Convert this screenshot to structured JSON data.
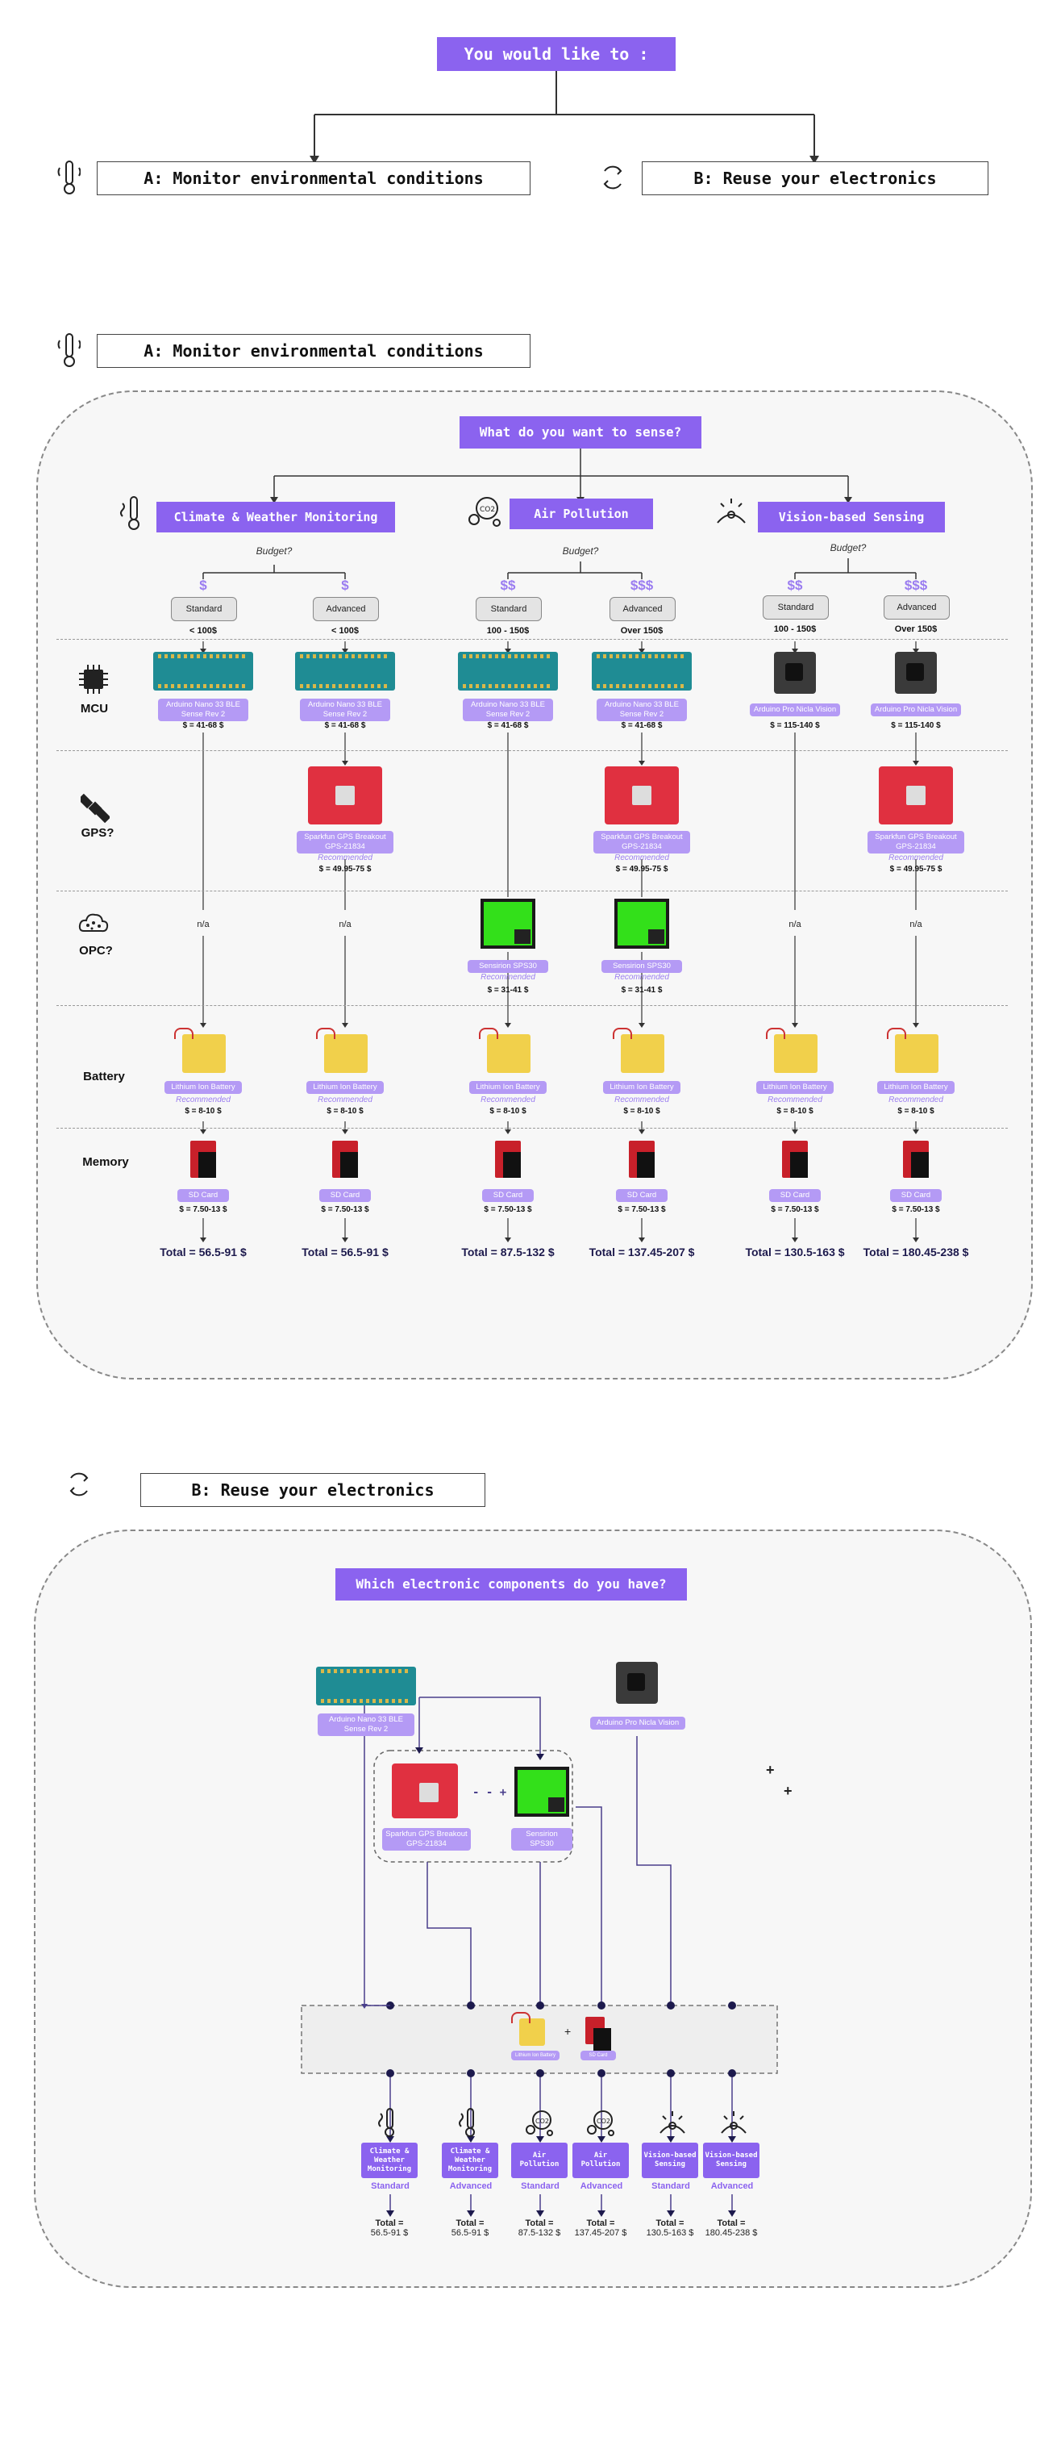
{
  "top": {
    "question": "You would like to :",
    "option_a": "A: Monitor environmental conditions",
    "option_b": "B: Reuse your electronics"
  },
  "section_a": {
    "header": "A: Monitor environmental conditions",
    "question": "What do you want to sense?",
    "rows": [
      "MCU",
      "GPS?",
      "OPC?",
      "Battery",
      "Memory"
    ],
    "budget_label": "Budget?",
    "categories": [
      {
        "name": "Climate & Weather Monitoring",
        "icon": "thermometer-icon"
      },
      {
        "name": "Air Pollution",
        "icon": "co2-icon"
      },
      {
        "name": "Vision-based Sensing",
        "icon": "vision-icon"
      }
    ],
    "columns": [
      {
        "dollar": "$",
        "tier": "Standard",
        "range": "< 100$",
        "mcu": "Arduino Nano 33 BLE Sense Rev 2",
        "mcu_cost": "$ = 41-68 $",
        "gps": "n/a",
        "opc": "n/a",
        "total": "Total = 56.5-91 $"
      },
      {
        "dollar": "$",
        "tier": "Advanced",
        "range": "< 100$",
        "mcu": "Arduino Nano 33 BLE Sense Rev 2",
        "mcu_cost": "$ = 41-68 $",
        "gps": "Sparkfun GPS Breakout GPS-21834",
        "gps_cost": "$ = 49.95-75 $",
        "opc": "n/a",
        "total": "Total = 56.5-91 $"
      },
      {
        "dollar": "$$",
        "tier": "Standard",
        "range": "100 - 150$",
        "mcu": "Arduino Nano 33 BLE Sense Rev 2",
        "mcu_cost": "$ = 41-68 $",
        "gps": "",
        "opc": "Sensirion SPS30",
        "opc_cost": "$ = 31-41 $",
        "total": "Total = 87.5-132 $"
      },
      {
        "dollar": "$$$",
        "tier": "Advanced",
        "range": "Over 150$",
        "mcu": "Arduino Nano 33 BLE Sense Rev 2",
        "mcu_cost": "$ = 41-68 $",
        "gps": "Sparkfun GPS Breakout GPS-21834",
        "gps_cost": "$ = 49.95-75 $",
        "opc": "Sensirion SPS30",
        "opc_cost": "$ = 31-41 $",
        "total": "Total = 137.45-207 $"
      },
      {
        "dollar": "$$",
        "tier": "Standard",
        "range": "100 - 150$",
        "mcu": "Arduino Pro Nicla Vision",
        "mcu_cost": "$ = 115-140 $",
        "gps": "",
        "opc": "n/a",
        "total": "Total = 130.5-163 $"
      },
      {
        "dollar": "$$$",
        "tier": "Advanced",
        "range": "Over 150$",
        "mcu": "Arduino Pro Nicla Vision",
        "mcu_cost": "$ = 115-140 $",
        "gps": "Sparkfun GPS Breakout GPS-21834",
        "gps_cost": "$ = 49.95-75 $",
        "opc": "n/a",
        "total": "Total = 180.45-238 $"
      }
    ],
    "recommended": "Recommended",
    "battery": "Lithium Ion Battery",
    "battery_cost": "$ = 8-10 $",
    "sd": "SD Card",
    "sd_cost": "$ = 7.50-13 $"
  },
  "section_b": {
    "header": "B: Reuse your electronics",
    "question": "Which electronic components do you have?",
    "nano": "Arduino Nano 33 BLE Sense Rev 2",
    "nicla": "Arduino Pro Nicla Vision",
    "gps": "Sparkfun GPS Breakout GPS-21834",
    "opc": "Sensirion SPS30",
    "battery": "Lithium Ion Battery",
    "sd": "SD Card",
    "plus": "+",
    "dash_plus": "- - + - -",
    "outcomes": [
      {
        "label": "Climate & Weather Monitoring",
        "tier": "Standard",
        "total_label": "Total =",
        "total": "56.5-91 $",
        "icon": "thermometer-icon"
      },
      {
        "label": "Climate & Weather Monitoring",
        "tier": "Advanced",
        "total_label": "Total =",
        "total": "56.5-91 $",
        "icon": "thermometer-icon"
      },
      {
        "label": "Air Pollution",
        "tier": "Standard",
        "total_label": "Total =",
        "total": "87.5-132 $",
        "icon": "co2-icon"
      },
      {
        "label": "Air Pollution",
        "tier": "Advanced",
        "total_label": "Total =",
        "total": "137.45-207 $",
        "icon": "co2-icon"
      },
      {
        "label": "Vision-based Sensing",
        "tier": "Standard",
        "total_label": "Total =",
        "total": "130.5-163 $",
        "icon": "vision-icon"
      },
      {
        "label": "Vision-based Sensing",
        "tier": "Advanced",
        "total_label": "Total =",
        "total": "180.45-238 $",
        "icon": "vision-icon"
      }
    ]
  },
  "colors": {
    "purple": "#8b63ef",
    "light_purple": "#b49af5",
    "navy": "#1d1a4d"
  }
}
